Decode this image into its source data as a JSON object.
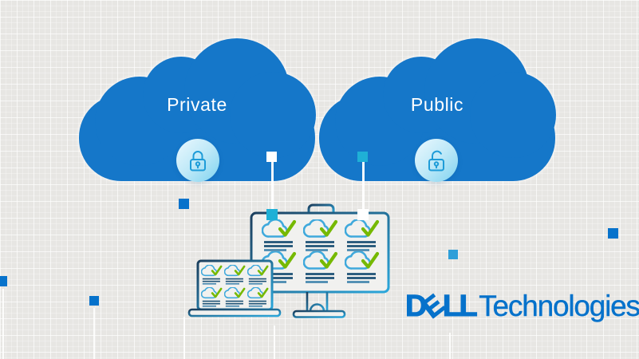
{
  "clouds": {
    "private": {
      "label": "Private",
      "lock_icon": "lock-closed-icon",
      "state": "locked"
    },
    "public": {
      "label": "Public",
      "lock_icon": "lock-open-icon",
      "state": "unlocked"
    }
  },
  "illustration": {
    "monitor": {
      "item_icon": "cloud-check-icon",
      "grid_cols": 3,
      "grid_rows": 2
    },
    "laptop": {
      "item_icon": "cloud-check-icon",
      "grid_cols": 3,
      "grid_rows": 2
    }
  },
  "logo": {
    "dell_letters": [
      "D",
      "E",
      "L",
      "L"
    ],
    "suffix": "Technologies"
  },
  "colors": {
    "bg": "#e7e6e3",
    "cloud-blue": "#1577c9",
    "dell-blue": "#0672cb",
    "badge-light": "#eaf8fe",
    "badge-deep": "#7ed3f0",
    "lock-stroke": "#1e9cd8",
    "screen-cloud": "#3fa9dc",
    "check-green": "#76b900",
    "line-navy": "#1f5377",
    "line-blue": "#4a8ab0",
    "device-dark": "#1c3f5e",
    "device-light": "#2ba7db",
    "screen-fill": "#f1f1ef",
    "teal-square": "#1fb0d6",
    "accent-square": "#0672cb",
    "accent-square-light": "#2e9fd9"
  }
}
